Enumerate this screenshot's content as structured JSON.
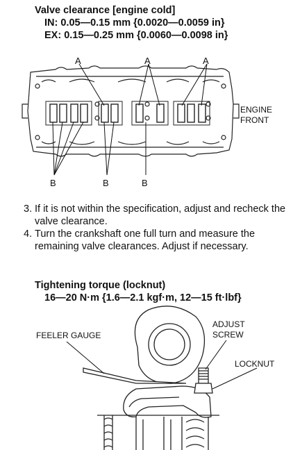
{
  "valve_clearance": {
    "title": "Valve clearance [engine cold]",
    "intake": "IN: 0.05—0.15 mm {0.0020—0.0059 in}",
    "exhaust": "EX: 0.15—0.25 mm {0.0060—0.0098 in}"
  },
  "diagram1": {
    "label_a": "A",
    "label_b": "B",
    "engine_front_line1": "ENGINE",
    "engine_front_line2": "FRONT"
  },
  "steps": [
    {
      "number": "3.",
      "text": "If it is not within the specification, adjust and recheck the valve clearance."
    },
    {
      "number": "4.",
      "text": "Turn the crankshaft one full turn and measure the remaining valve clearances. Adjust if necessary."
    }
  ],
  "tightening_torque": {
    "title": "Tightening torque (locknut)",
    "value": "16—20 N·m {1.6—2.1 kgf·m, 12—15 ft·lbf}"
  },
  "diagram2": {
    "feeler_gauge": "FEELER GAUGE",
    "adjust_screw_line1": "ADJUST",
    "adjust_screw_line2": "SCREW",
    "locknut": "LOCKNUT"
  }
}
